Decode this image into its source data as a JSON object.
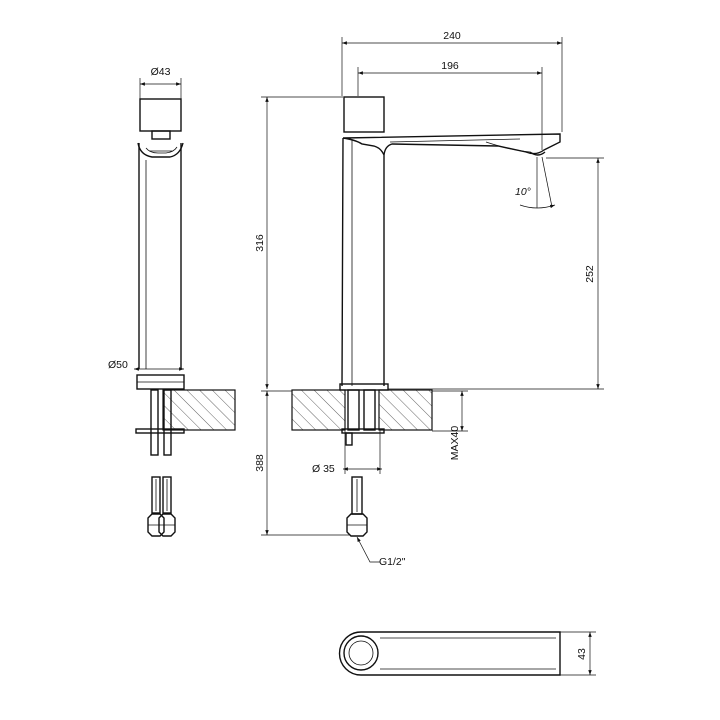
{
  "dimensions": {
    "side_top_diameter": "Ø43",
    "side_base_diameter": "Ø50",
    "overall_height": "316",
    "below_deck_length": "388",
    "overall_reach": "240",
    "spout_reach": "196",
    "spout_height": "252",
    "spout_angle": "10°",
    "hole_diameter": "Ø 35",
    "max_deck_thickness": "MAX40",
    "connection_thread": "G1/2\"",
    "top_view_width": "43"
  }
}
